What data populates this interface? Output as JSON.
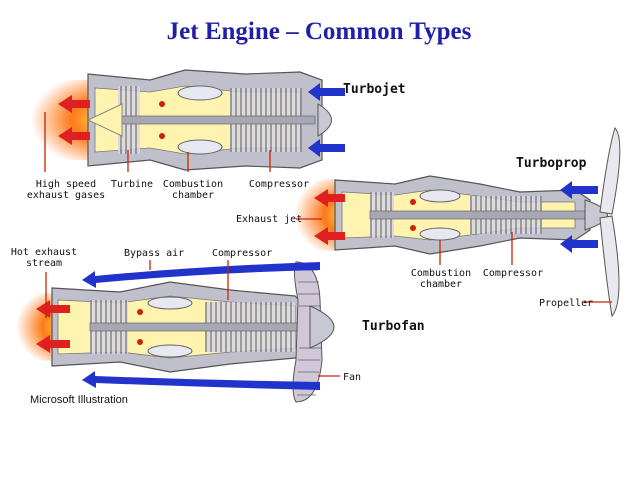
{
  "title": "Jet Engine – Common Types",
  "colors": {
    "title": "#1f1fa8",
    "leader": "#cc2200",
    "airflow": "#2233cc",
    "exhaust_arrow": "#e02020",
    "casing": "#9a9aa6",
    "core": "#fff3b0"
  },
  "turbojet": {
    "name": "Turbojet",
    "labels": {
      "exhaust_line1": "High speed",
      "exhaust_line2": "exhaust gases",
      "turbine": "Turbine",
      "combustion_line1": "Combustion",
      "combustion_line2": "chamber",
      "compressor": "Compressor"
    }
  },
  "turboprop": {
    "name": "Turboprop",
    "labels": {
      "exhaust_jet": "Exhaust jet",
      "combustion_line1": "Combustion",
      "combustion_line2": "chamber",
      "compressor": "Compressor",
      "propeller": "Propeller"
    }
  },
  "turbofan": {
    "name": "Turbofan",
    "labels": {
      "hot_exhaust_line1": "Hot exhaust",
      "hot_exhaust_line2": "stream",
      "bypass_air": "Bypass air",
      "compressor": "Compressor",
      "fan": "Fan"
    }
  },
  "credit": "Microsoft Illustration"
}
